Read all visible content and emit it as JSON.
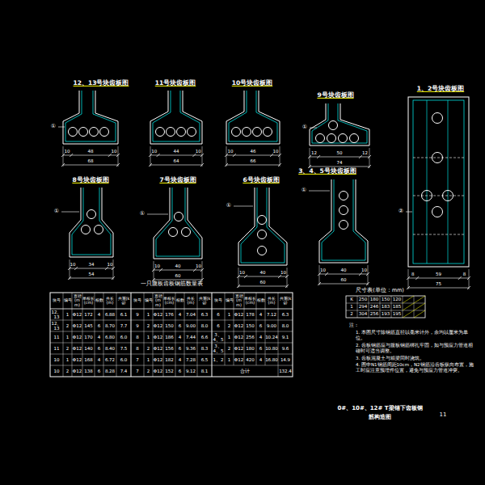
{
  "diagram": {
    "caption": "0#、10#、12# T梁锚下齿板钢筋构造图",
    "labels": [
      "12、13号块齿板图",
      "11号块齿板图",
      "10号块齿板图",
      "9号块齿板图",
      "1、2号块齿板图",
      "8号块齿板图",
      "7号块齿板图",
      "6号块齿板图",
      "3、4、5号块齿板图",
      "一只腹板齿板钢筋数量表",
      "块号",
      "编号",
      "直径(mm)",
      "单根长(cm)",
      "根数",
      "共长(m)",
      "共重(kg)",
      "块号",
      "编号",
      "直径(mm)",
      "单根长(cm)",
      "根数",
      "共长(m)",
      "共重(kg)",
      "块号",
      "编号",
      "直径(mm)",
      "单根长(cm)",
      "根数",
      "共长(m)",
      "共重(kg)",
      "12、13",
      "1",
      "Φ12",
      "172",
      "4",
      "6.88",
      "6.1",
      "12、13",
      "2",
      "Φ12",
      "145",
      "6",
      "8.70",
      "7.7",
      "11",
      "1",
      "Φ12",
      "170",
      "4",
      "6.80",
      "6.0",
      "11",
      "2",
      "Φ12",
      "140",
      "6",
      "8.40",
      "7.5",
      "10",
      "1",
      "Φ12",
      "168",
      "4",
      "6.72",
      "6.0",
      "10",
      "2",
      "Φ12",
      "138",
      "6",
      "8.28",
      "7.4",
      "9",
      "1",
      "Φ12",
      "176",
      "4",
      "7.04",
      "6.3",
      "9",
      "2",
      "Φ12",
      "150",
      "6",
      "9.00",
      "8.0",
      "8",
      "1",
      "Φ12",
      "186",
      "4",
      "7.44",
      "6.6",
      "8",
      "2",
      "Φ12",
      "156",
      "6",
      "9.36",
      "8.3",
      "7",
      "1",
      "Φ12",
      "182",
      "4",
      "7.28",
      "6.5",
      "7",
      "2",
      "Φ12",
      "152",
      "6",
      "9.12",
      "8.1",
      "6",
      "1",
      "Φ12",
      "178",
      "4",
      "7.12",
      "6.3",
      "6",
      "2",
      "Φ12",
      "150",
      "6",
      "9.00",
      "8.0",
      "3、4、5",
      "1",
      "Φ12",
      "256",
      "4",
      "10.24",
      "9.1",
      "3、4、5",
      "2",
      "Φ12",
      "180",
      "6",
      "10.80",
      "9.6",
      "1、2",
      "1",
      "Φ12",
      "420",
      "4",
      "16.80",
      "14.9",
      "合计",
      "132.4",
      "尺寸表(单位：mm)",
      "K",
      "250",
      "180",
      "150",
      "120",
      "1",
      "294",
      "246",
      "183",
      "185",
      "2",
      "304",
      "256",
      "193",
      "195",
      "注：",
      "1. 本图尺寸除钢筋直径以毫米计外，余均以厘米为单位。",
      "2. 齿板钢筋应与腹板钢筋绑扎牢固，如与预应力管道相碰时可适当调整。",
      "3. 齿板混凝土与箱梁同时浇筑。",
      "4. 图中N1钢筋间距10cm，N2钢筋沿齿板纵向布置，施工时应注意预埋件位置，避免与预应力管道冲突。",
      "11",
      "10",
      "48",
      "10",
      "68",
      "10",
      "44",
      "10",
      "64",
      "10",
      "46",
      "10",
      "66",
      "12",
      "50",
      "12",
      "74",
      "10",
      "34",
      "10",
      "54",
      "10",
      "40",
      "10",
      "60",
      "10",
      "40",
      "10",
      "60",
      "10",
      "40",
      "10",
      "60",
      "8",
      "59",
      "8",
      "75",
      "①",
      "①",
      "①",
      "①",
      "①",
      "①",
      "②"
    ]
  }
}
